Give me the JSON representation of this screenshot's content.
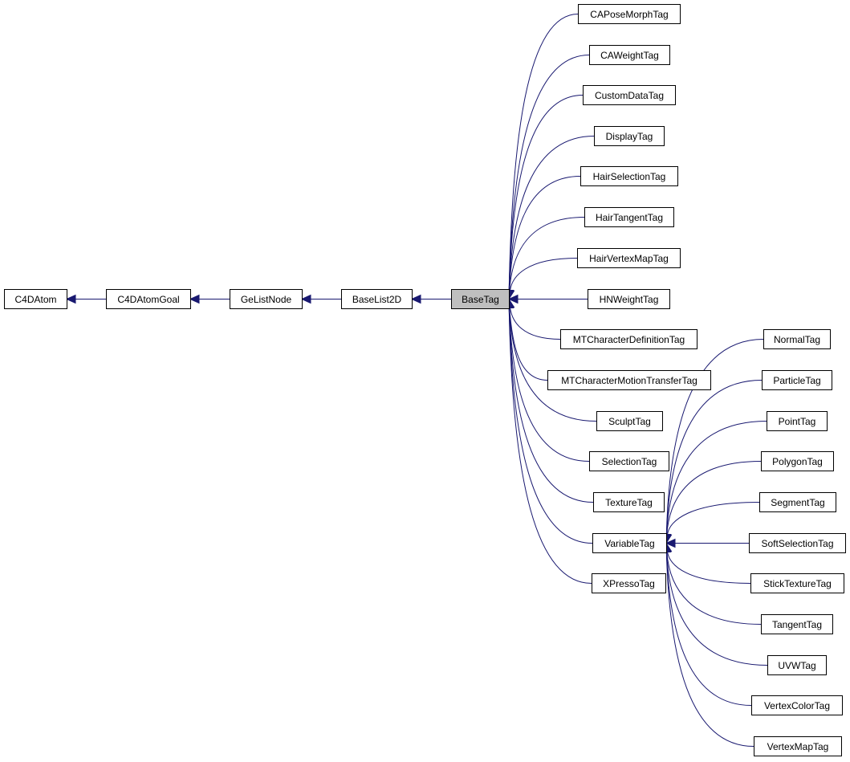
{
  "colors": {
    "edge": "#191970",
    "node_border": "#000000",
    "highlight_fill": "#bfbfbf",
    "background": "#ffffff"
  },
  "nodes": [
    {
      "id": "C4DAtom",
      "label": "C4DAtom"
    },
    {
      "id": "C4DAtomGoal",
      "label": "C4DAtomGoal"
    },
    {
      "id": "GeListNode",
      "label": "GeListNode"
    },
    {
      "id": "BaseList2D",
      "label": "BaseList2D"
    },
    {
      "id": "BaseTag",
      "label": "BaseTag",
      "highlight": true
    },
    {
      "id": "CAPoseMorphTag",
      "label": "CAPoseMorphTag"
    },
    {
      "id": "CAWeightTag",
      "label": "CAWeightTag"
    },
    {
      "id": "CustomDataTag",
      "label": "CustomDataTag"
    },
    {
      "id": "DisplayTag",
      "label": "DisplayTag"
    },
    {
      "id": "HairSelectionTag",
      "label": "HairSelectionTag"
    },
    {
      "id": "HairTangentTag",
      "label": "HairTangentTag"
    },
    {
      "id": "HairVertexMapTag",
      "label": "HairVertexMapTag"
    },
    {
      "id": "HNWeightTag",
      "label": "HNWeightTag"
    },
    {
      "id": "MTCharacterDefinitionTag",
      "label": "MTCharacterDefinitionTag"
    },
    {
      "id": "MTCharacterMotionTransferTag",
      "label": "MTCharacterMotionTransferTag"
    },
    {
      "id": "SculptTag",
      "label": "SculptTag"
    },
    {
      "id": "SelectionTag",
      "label": "SelectionTag"
    },
    {
      "id": "TextureTag",
      "label": "TextureTag"
    },
    {
      "id": "VariableTag",
      "label": "VariableTag"
    },
    {
      "id": "XPressoTag",
      "label": "XPressoTag"
    },
    {
      "id": "NormalTag",
      "label": "NormalTag"
    },
    {
      "id": "ParticleTag",
      "label": "ParticleTag"
    },
    {
      "id": "PointTag",
      "label": "PointTag"
    },
    {
      "id": "PolygonTag",
      "label": "PolygonTag"
    },
    {
      "id": "SegmentTag",
      "label": "SegmentTag"
    },
    {
      "id": "SoftSelectionTag",
      "label": "SoftSelectionTag"
    },
    {
      "id": "StickTextureTag",
      "label": "StickTextureTag"
    },
    {
      "id": "TangentTag",
      "label": "TangentTag"
    },
    {
      "id": "UVWTag",
      "label": "UVWTag"
    },
    {
      "id": "VertexColorTag",
      "label": "VertexColorTag"
    },
    {
      "id": "VertexMapTag",
      "label": "VertexMapTag"
    }
  ],
  "edges": [
    {
      "from": "C4DAtomGoal",
      "to": "C4DAtom"
    },
    {
      "from": "GeListNode",
      "to": "C4DAtomGoal"
    },
    {
      "from": "BaseList2D",
      "to": "GeListNode"
    },
    {
      "from": "BaseTag",
      "to": "BaseList2D"
    },
    {
      "from": "CAPoseMorphTag",
      "to": "BaseTag"
    },
    {
      "from": "CAWeightTag",
      "to": "BaseTag"
    },
    {
      "from": "CustomDataTag",
      "to": "BaseTag"
    },
    {
      "from": "DisplayTag",
      "to": "BaseTag"
    },
    {
      "from": "HairSelectionTag",
      "to": "BaseTag"
    },
    {
      "from": "HairTangentTag",
      "to": "BaseTag"
    },
    {
      "from": "HairVertexMapTag",
      "to": "BaseTag"
    },
    {
      "from": "HNWeightTag",
      "to": "BaseTag"
    },
    {
      "from": "MTCharacterDefinitionTag",
      "to": "BaseTag"
    },
    {
      "from": "MTCharacterMotionTransferTag",
      "to": "BaseTag"
    },
    {
      "from": "SculptTag",
      "to": "BaseTag"
    },
    {
      "from": "SelectionTag",
      "to": "BaseTag"
    },
    {
      "from": "TextureTag",
      "to": "BaseTag"
    },
    {
      "from": "VariableTag",
      "to": "BaseTag"
    },
    {
      "from": "XPressoTag",
      "to": "BaseTag"
    },
    {
      "from": "NormalTag",
      "to": "VariableTag"
    },
    {
      "from": "ParticleTag",
      "to": "VariableTag"
    },
    {
      "from": "PointTag",
      "to": "VariableTag"
    },
    {
      "from": "PolygonTag",
      "to": "VariableTag"
    },
    {
      "from": "SegmentTag",
      "to": "VariableTag"
    },
    {
      "from": "SoftSelectionTag",
      "to": "VariableTag"
    },
    {
      "from": "StickTextureTag",
      "to": "VariableTag"
    },
    {
      "from": "TangentTag",
      "to": "VariableTag"
    },
    {
      "from": "UVWTag",
      "to": "VariableTag"
    },
    {
      "from": "VertexColorTag",
      "to": "VariableTag"
    },
    {
      "from": "VertexMapTag",
      "to": "VariableTag"
    }
  ]
}
